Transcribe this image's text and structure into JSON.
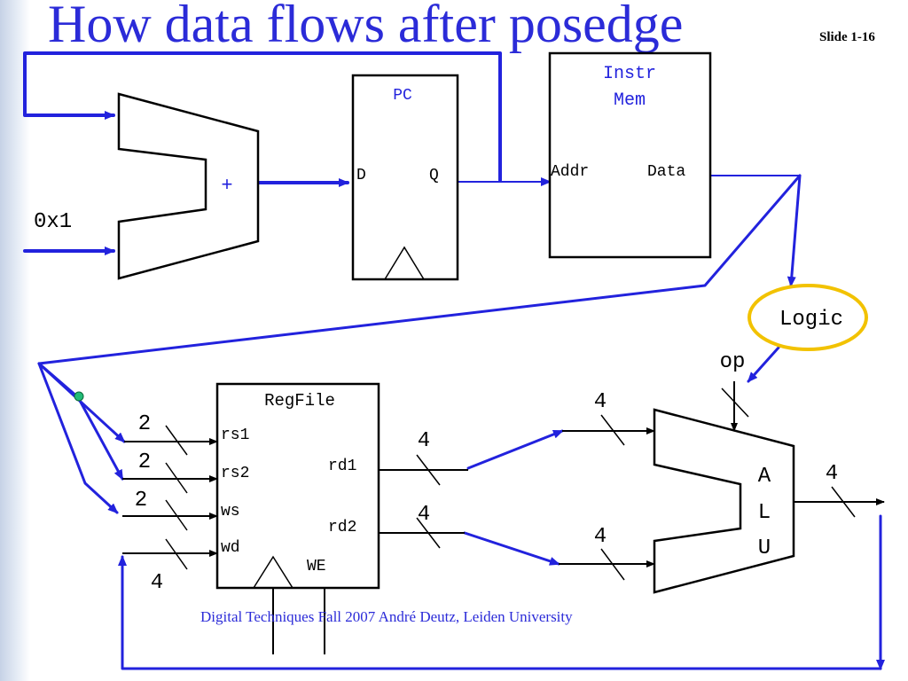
{
  "slide": {
    "title": "How data flows after posedge",
    "slide_number": "Slide 1-16",
    "footer": "Digital Techniques Fall 2007 André Deutz, Leiden University"
  },
  "diagram": {
    "adder": {
      "symbol": "+",
      "constant_input": "0x1"
    },
    "pc": {
      "label": "PC",
      "d_port": "D",
      "q_port": "Q"
    },
    "instr_mem": {
      "label_line1": "Instr",
      "label_line2": "Mem",
      "addr_port": "Addr",
      "data_port": "Data"
    },
    "logic": {
      "label": "Logic",
      "op_label": "op"
    },
    "regfile": {
      "label": "RegFile",
      "ports": {
        "rs1": "rs1",
        "rs2": "rs2",
        "ws": "ws",
        "wd": "wd",
        "rd1": "rd1",
        "rd2": "rd2",
        "we": "WE"
      },
      "widths": {
        "rs1": "2",
        "rs2": "2",
        "ws": "2",
        "wd": "4",
        "rd1": "4",
        "rd2": "4"
      }
    },
    "alu": {
      "letter_a": "A",
      "letter_l": "L",
      "letter_u": "U",
      "widths": {
        "in_a": "4",
        "in_b": "4",
        "out": "4"
      }
    },
    "colors": {
      "highlight": "#2222dd",
      "wire": "#000000",
      "logic_ring": "#f2c200",
      "node": "#22bb77",
      "title": "#2b2bd8"
    }
  }
}
